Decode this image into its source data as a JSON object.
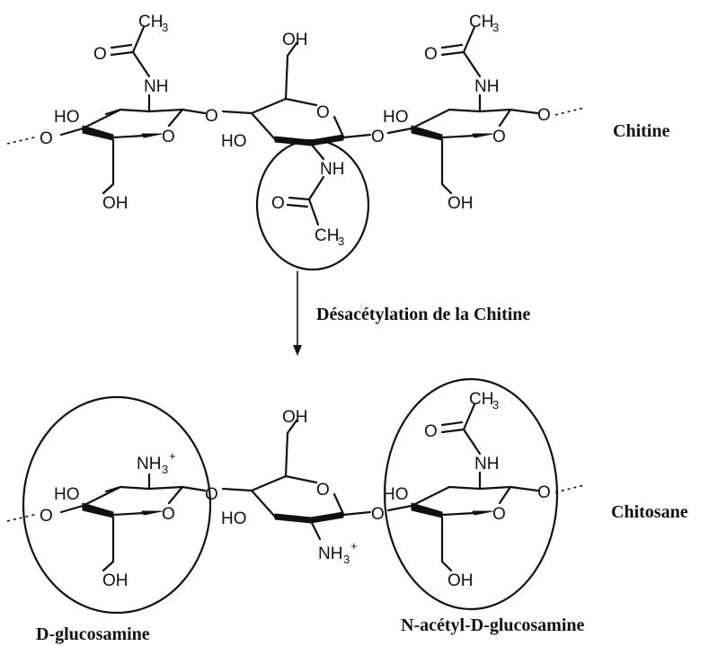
{
  "atoms": {
    "methyl": "CH",
    "methyl_sub": "3",
    "oxygen": "O",
    "amide": "NH",
    "hydroxyl_left": "HO",
    "hydroxyl_right": "OH",
    "ammonium": "NH",
    "ammonium_sub": "3",
    "ammonium_charge": "+"
  },
  "labels": {
    "chitine": "Chitine",
    "reaction": "Désacétylation  de la Chitine",
    "chitosane": "Chitosane",
    "d_glucosamine": "D-glucosamine",
    "n_acetyl": "N-acétyl-D-glucosamine"
  }
}
